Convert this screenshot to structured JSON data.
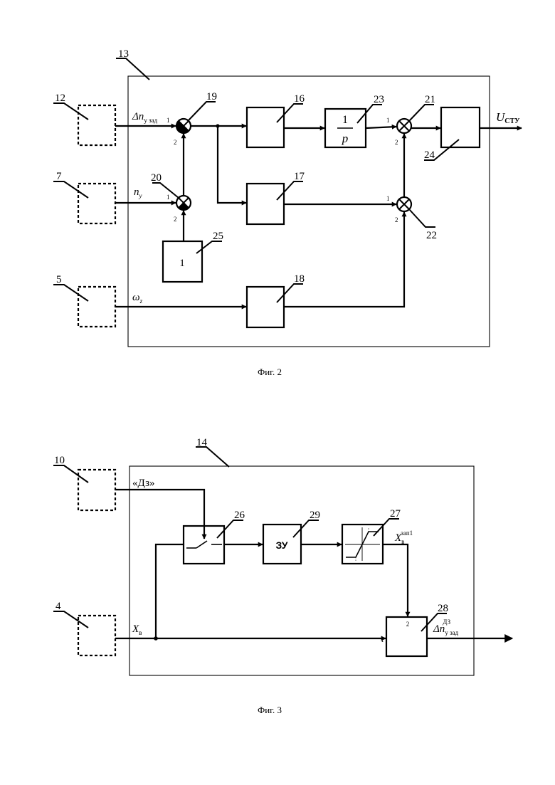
{
  "fig2": {
    "caption": "Фиг. 2",
    "refs": {
      "r13": "13",
      "r12": "12",
      "r7": "7",
      "r5": "5",
      "r19": "19",
      "r20": "20",
      "r16": "16",
      "r17": "17",
      "r18": "18",
      "r23": "23",
      "r21": "21",
      "r22": "22",
      "r24": "24",
      "r25": "25"
    },
    "signals": {
      "dn_main": "Δn",
      "dn_sub": "у зад",
      "ny_main": "n",
      "ny_sub": "у",
      "wz_main": "ω",
      "wz_sub": "z",
      "ustu_main": "U",
      "ustu_sub": "СТУ"
    },
    "block25_text": "1",
    "block23_num": "1",
    "block23_den": "p",
    "ports": {
      "p1": "1",
      "p2": "2"
    }
  },
  "fig3": {
    "caption": "Фиг. 3",
    "refs": {
      "r14": "14",
      "r10": "10",
      "r4": "4",
      "r26": "26",
      "r29": "29",
      "r27": "27",
      "r28": "28"
    },
    "signals": {
      "dz": "«Дз»",
      "xv_main": "X",
      "xv_sub": "в",
      "xzap_main": "X",
      "xzap_sub": "в",
      "xzap_sup": "зап1",
      "dnd_main": "Δn",
      "dnd_sub": "у зад",
      "dnd_sup": "ДЗ"
    },
    "block29_text": "ЗУ",
    "ports": {
      "p1": "1",
      "p2": "2"
    }
  }
}
